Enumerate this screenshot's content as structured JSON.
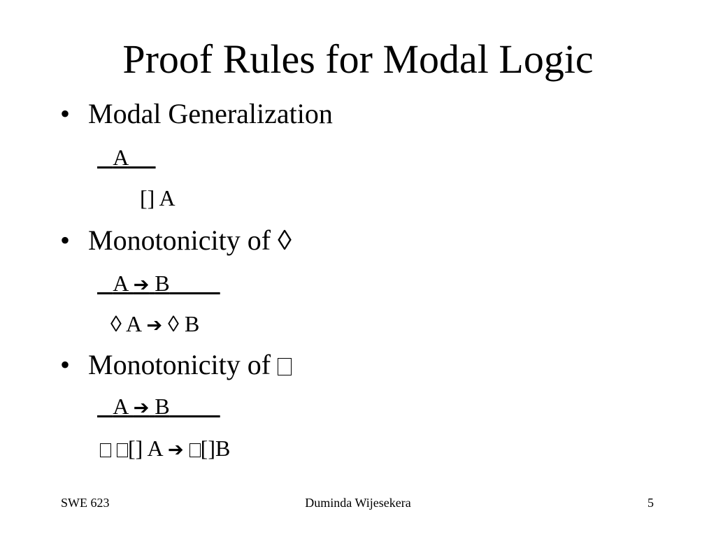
{
  "slide": {
    "title": "Proof Rules for Modal Logic",
    "bullet_char": "•",
    "bullets": [
      {
        "label": "Modal Generalization",
        "premise": "A",
        "conclusion": "[] A"
      },
      {
        "label": "Monotonicity of ◊",
        "premise_left": "A",
        "premise_right": "B",
        "conclusion_left": "◊ A",
        "conclusion_right": "◊ B"
      },
      {
        "label": "Monotonicity of",
        "premise_left": "A",
        "premise_right": "B",
        "conclusion_left": "[] A",
        "conclusion_right": "[]B"
      }
    ],
    "arrow_glyph": "➔"
  },
  "footer": {
    "course": "SWE 623",
    "author": "Duminda Wijesekera",
    "page_number": "5"
  }
}
